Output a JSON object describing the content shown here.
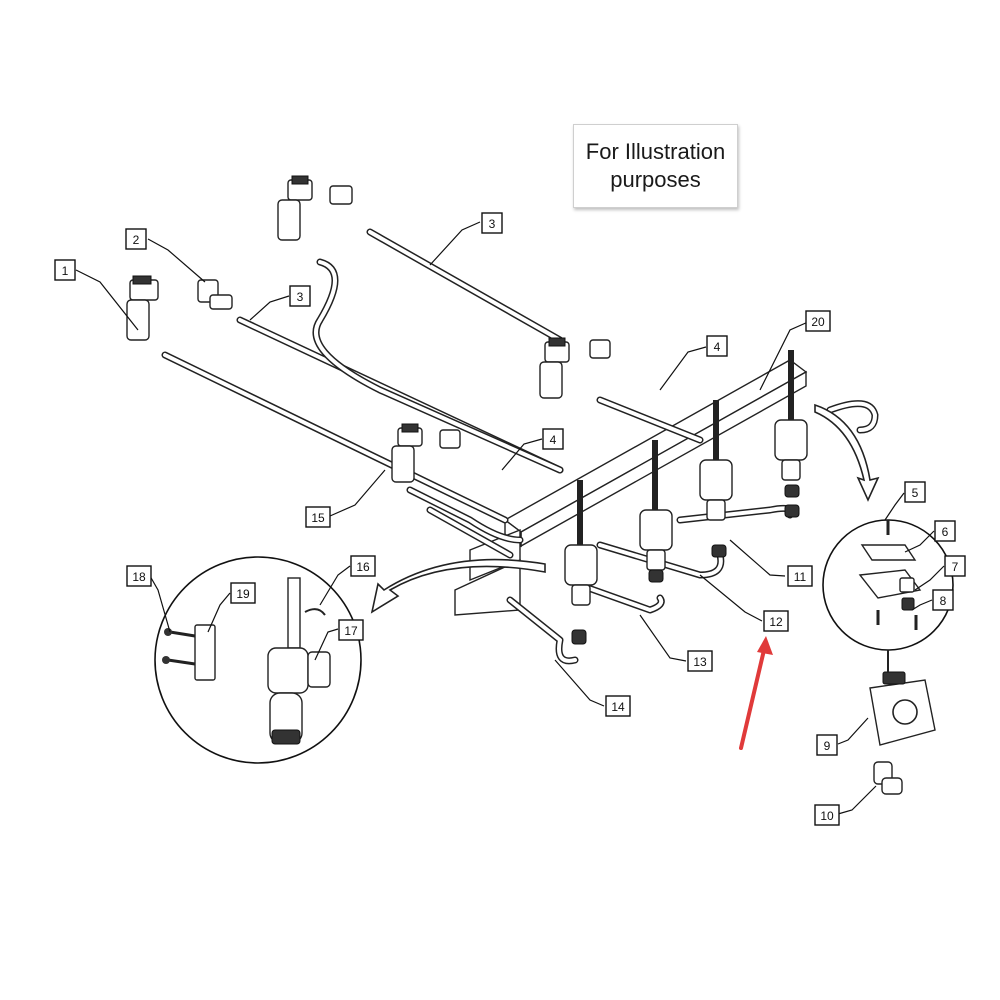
{
  "note": {
    "line1": "For Illustration",
    "line2": "purposes"
  },
  "callouts": [
    {
      "label": "1"
    },
    {
      "label": "2"
    },
    {
      "label": "3"
    },
    {
      "label": "3"
    },
    {
      "label": "4"
    },
    {
      "label": "4"
    },
    {
      "label": "5"
    },
    {
      "label": "6"
    },
    {
      "label": "7"
    },
    {
      "label": "8"
    },
    {
      "label": "9"
    },
    {
      "label": "10"
    },
    {
      "label": "11"
    },
    {
      "label": "12"
    },
    {
      "label": "13"
    },
    {
      "label": "14"
    },
    {
      "label": "15"
    },
    {
      "label": "16"
    },
    {
      "label": "17"
    },
    {
      "label": "18"
    },
    {
      "label": "19"
    },
    {
      "label": "20"
    }
  ],
  "colors": {
    "highlight_arrow": "#e03a3a",
    "line_art": "#222222",
    "background": "#ffffff"
  },
  "highlighted_part": "12"
}
